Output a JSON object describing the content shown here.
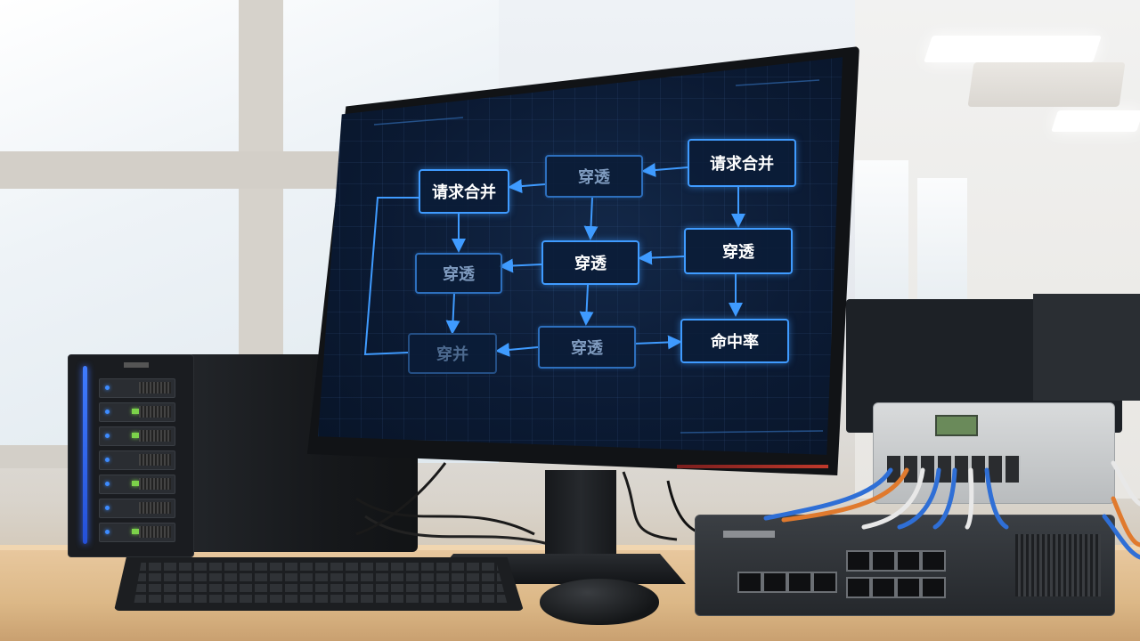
{
  "scene": {
    "description_tags": [
      "office-desk",
      "monitor",
      "nas",
      "network-switch",
      "keyboard",
      "mouse"
    ]
  },
  "diagram": {
    "nodes": {
      "n1": "请求合并",
      "n2": "穿透",
      "n3": "请求合并",
      "n4": "穿透",
      "n5": "穿透",
      "n6": "穿透",
      "n7": "穿并",
      "n8": "穿透",
      "n9": "命中率"
    }
  },
  "colors": {
    "accent": "#3f9bff",
    "screen_bg": "#0b1a33",
    "nas_led": "#3f7bff"
  }
}
